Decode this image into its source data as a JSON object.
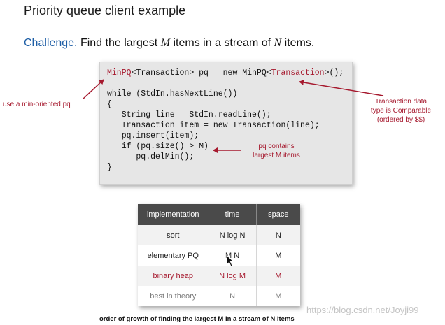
{
  "slide": {
    "title": "Priority queue client example",
    "challenge": {
      "label": "Challenge.",
      "t1": "Find the largest ",
      "m": "M",
      "t2": " items in a stream of ",
      "n": "N",
      "t3": " items."
    }
  },
  "code": {
    "line1": {
      "a": "MinPQ",
      "b": "<Transaction> pq = new MinPQ<",
      "c": "Transaction",
      "d": ">();"
    },
    "blank": "",
    "line2": "while (StdIn.hasNextLine())",
    "line3": "{",
    "line4": "   String line = StdIn.readLine();",
    "line5": "   Transaction item = new Transaction(line);",
    "line6": "   pq.insert(item);",
    "line7": "   if (pq.size() > M)",
    "line8": "      pq.delMin();",
    "line9": "}"
  },
  "annotations": {
    "min_oriented": "use a min-oriented pq",
    "comparable": {
      "l1": "Transaction data",
      "l2": "type is Comparable",
      "l3": "(ordered by $$)"
    },
    "pq_contains": {
      "l1": "pq contains",
      "l2": "largest M items"
    }
  },
  "accent_color": "#a6192e",
  "table": {
    "headers": [
      "implementation",
      "time",
      "space"
    ],
    "rows": [
      [
        "sort",
        "N log N",
        "N"
      ],
      [
        "elementary PQ",
        "M N",
        "M"
      ],
      [
        "binary heap",
        "N log M",
        "M"
      ],
      [
        "best in theory",
        "N",
        "M"
      ]
    ]
  },
  "caption": "order of growth of finding the largest M in a stream of N items",
  "watermark": "https://blog.csdn.net/Joyji99"
}
